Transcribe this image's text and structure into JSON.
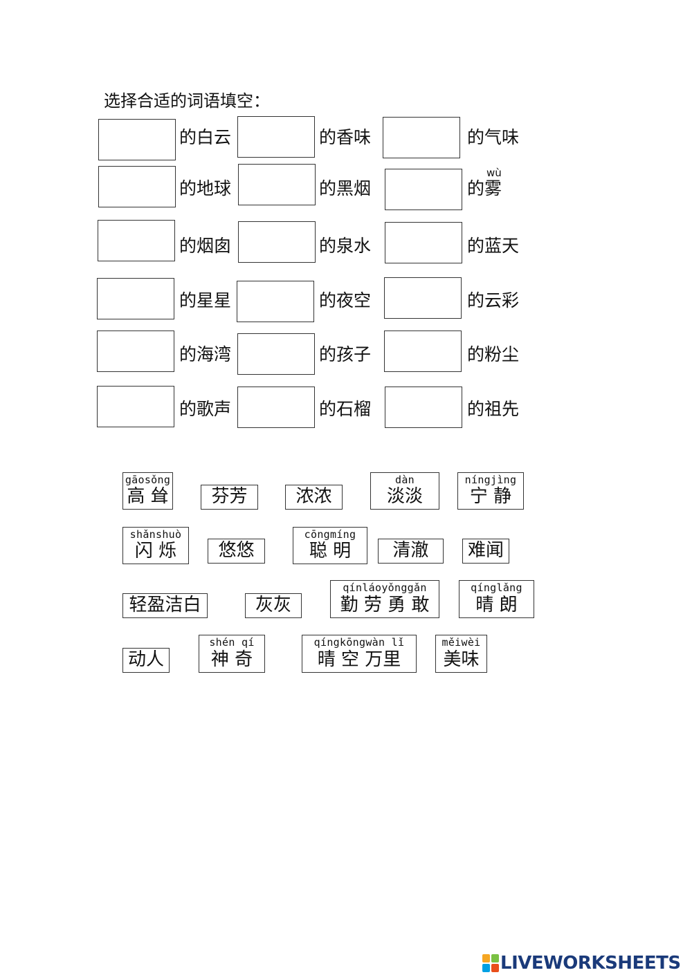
{
  "instruction": "选择合适的词语填空：",
  "grid": {
    "rows": [
      [
        "的白云",
        "的香味",
        "的气味"
      ],
      [
        "的地球",
        "的黑烟",
        "的雾"
      ],
      [
        "的烟囱",
        "的泉水",
        "的蓝天"
      ],
      [
        "的星星",
        "的夜空",
        "的云彩"
      ],
      [
        "的海湾",
        "的孩子",
        "的粉尘"
      ],
      [
        "的歌声",
        "的石榴",
        "的祖先"
      ]
    ],
    "wu_pinyin": "wù"
  },
  "word_bank": [
    {
      "pinyin": "gāosǒng",
      "text": "高 耸"
    },
    {
      "pinyin": "",
      "text": "芬芳"
    },
    {
      "pinyin": "",
      "text": "浓浓"
    },
    {
      "pinyin": "dàn",
      "text": "淡淡"
    },
    {
      "pinyin": "níngjìng",
      "text": "宁 静"
    },
    {
      "pinyin": "shǎnshuò",
      "text": "闪 烁"
    },
    {
      "pinyin": "",
      "text": "悠悠"
    },
    {
      "pinyin": "cōngmíng",
      "text": "聪 明"
    },
    {
      "pinyin": "",
      "text": "清澈"
    },
    {
      "pinyin": "",
      "text": "难闻"
    },
    {
      "pinyin": "",
      "text": "轻盈洁白"
    },
    {
      "pinyin": "",
      "text": "灰灰"
    },
    {
      "pinyin": "qínláoyǒnggǎn",
      "text": "勤 劳 勇 敢"
    },
    {
      "pinyin": "qínglǎng",
      "text": "晴 朗"
    },
    {
      "pinyin": "",
      "text": "动人"
    },
    {
      "pinyin": "shén qí",
      "text": "神 奇"
    },
    {
      "pinyin": "qíngkōngwàn lǐ",
      "text": "晴 空 万里"
    },
    {
      "pinyin": "měiwèi",
      "text": "美味"
    }
  ],
  "brand": {
    "name": "LIVEWORKSHEETS",
    "colors": [
      "#f5a623",
      "#7ac143",
      "#00a0e3",
      "#e94e1b"
    ],
    "text_color": "#1a3a7a"
  }
}
